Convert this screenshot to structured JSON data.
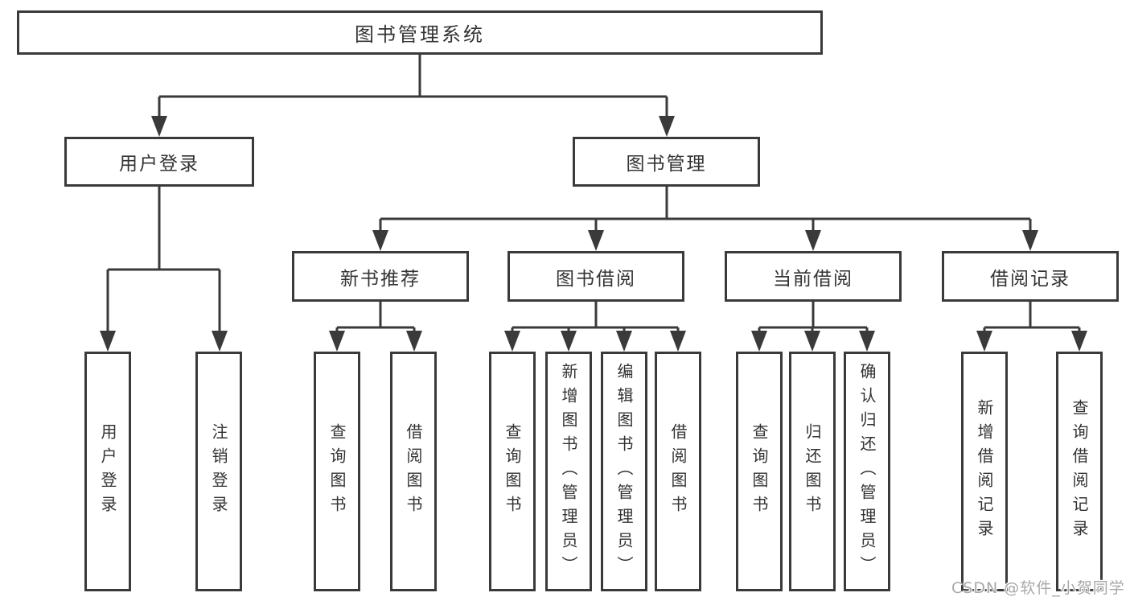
{
  "colors": {
    "border": "#3a3a3a",
    "line": "#3a3a3a",
    "text": "#333333",
    "watermark": "#a8a8a8",
    "background": "#ffffff"
  },
  "watermark": "CSDN @软件_小贺同学",
  "tree": {
    "root": {
      "label": "图书管理系统"
    },
    "branches": [
      {
        "label": "用户登录",
        "children": [
          {
            "label": "用户登录"
          },
          {
            "label": "注销登录"
          }
        ]
      },
      {
        "label": "图书管理",
        "children": [
          {
            "label": "新书推荐",
            "children": [
              {
                "label": "查询图书"
              },
              {
                "label": "借阅图书"
              }
            ]
          },
          {
            "label": "图书借阅",
            "children": [
              {
                "label": "查询图书"
              },
              {
                "label": "新增图书（管理员）"
              },
              {
                "label": "编辑图书（管理员）"
              },
              {
                "label": "借阅图书"
              }
            ]
          },
          {
            "label": "当前借阅",
            "children": [
              {
                "label": "查询图书"
              },
              {
                "label": "归还图书"
              },
              {
                "label": "确认归还（管理员）"
              }
            ]
          },
          {
            "label": "借阅记录",
            "children": [
              {
                "label": "新增借阅记录"
              },
              {
                "label": "查询借阅记录"
              }
            ]
          }
        ]
      }
    ]
  }
}
